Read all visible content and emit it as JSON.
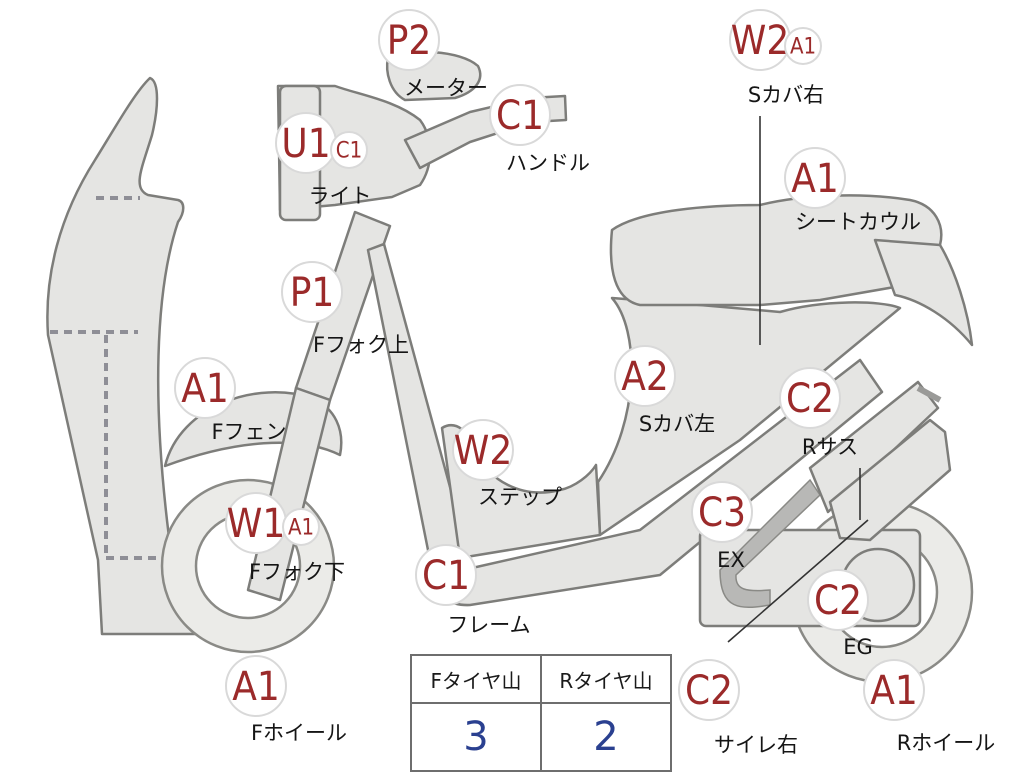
{
  "parts": [
    {
      "id": "p2",
      "codes": [
        {
          "code": "P2",
          "cls": "big"
        }
      ],
      "label": "メーター"
    },
    {
      "id": "c1-handle",
      "codes": [
        {
          "code": "C1",
          "cls": "big"
        }
      ],
      "label": "ハンドル"
    },
    {
      "id": "u1",
      "codes": [
        {
          "code": "U1",
          "cls": "big"
        },
        {
          "code": "C1",
          "cls": "small"
        }
      ],
      "label": "ライト"
    },
    {
      "id": "w2-right-cover",
      "codes": [
        {
          "code": "W2",
          "cls": "big"
        },
        {
          "code": "A1",
          "cls": "small"
        }
      ],
      "label": "Sカバ右"
    },
    {
      "id": "a1-seat-cowl",
      "codes": [
        {
          "code": "A1",
          "cls": "big"
        }
      ],
      "label": "シートカウル"
    },
    {
      "id": "p1",
      "codes": [
        {
          "code": "P1",
          "cls": "big"
        }
      ],
      "label": "Fフォク上"
    },
    {
      "id": "a1-fender",
      "codes": [
        {
          "code": "A1",
          "cls": "big"
        }
      ],
      "label": "Fフェン"
    },
    {
      "id": "a2",
      "codes": [
        {
          "code": "A2",
          "cls": "big"
        }
      ],
      "label": "Sカバ左"
    },
    {
      "id": "c2-rear-sus",
      "codes": [
        {
          "code": "C2",
          "cls": "big"
        }
      ],
      "label": "Rサス"
    },
    {
      "id": "w2-step",
      "codes": [
        {
          "code": "W2",
          "cls": "big"
        }
      ],
      "label": "ステップ"
    },
    {
      "id": "w1",
      "codes": [
        {
          "code": "W1",
          "cls": "big"
        },
        {
          "code": "A1",
          "cls": "small"
        }
      ],
      "label": "Fフォク下"
    },
    {
      "id": "c3",
      "codes": [
        {
          "code": "C3",
          "cls": "big"
        }
      ],
      "label": "EX"
    },
    {
      "id": "c1-frame",
      "codes": [
        {
          "code": "C1",
          "cls": "big"
        }
      ],
      "label": "フレーム"
    },
    {
      "id": "c2-engine",
      "codes": [
        {
          "code": "C2",
          "cls": "big"
        }
      ],
      "label": "EG"
    },
    {
      "id": "a1-front-wheel",
      "codes": [
        {
          "code": "A1",
          "cls": "big"
        }
      ],
      "label": "Fホイール"
    },
    {
      "id": "c2-muffler",
      "codes": [
        {
          "code": "C2",
          "cls": "big"
        }
      ],
      "label": "サイレ右"
    },
    {
      "id": "a1-rear-wheel",
      "codes": [
        {
          "code": "A1",
          "cls": "big"
        }
      ],
      "label": "Rホイール"
    }
  ],
  "tire_table": {
    "front_header": "Fタイヤ山",
    "rear_header": "Rタイヤ山",
    "front_value": "3",
    "rear_value": "2"
  },
  "colors": {
    "code_text": "#9b2a2a",
    "table_value": "#2a4090",
    "part_fill": "#e5e5e3",
    "part_stroke": "#7d7d7a"
  }
}
